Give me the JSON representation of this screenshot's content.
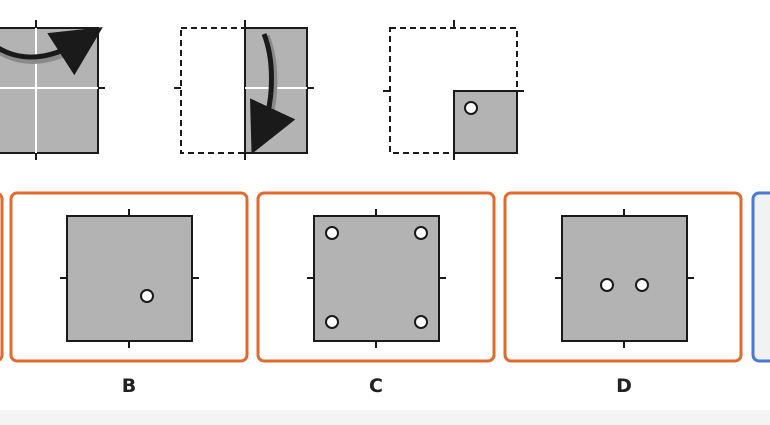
{
  "colors": {
    "paper_fill": "#b3b3b3",
    "stroke": "#1a1a1a",
    "option_border": "#e26a2c",
    "selected_border": "#4a78d6",
    "hole_fill": "#ffffff"
  },
  "icons": {
    "fold_arrow": "curved-arrow-icon",
    "hole": "hole-circle"
  },
  "options": [
    {
      "label": "B",
      "holes": 1
    },
    {
      "label": "C",
      "holes": 4
    },
    {
      "label": "D",
      "holes": 2
    }
  ]
}
